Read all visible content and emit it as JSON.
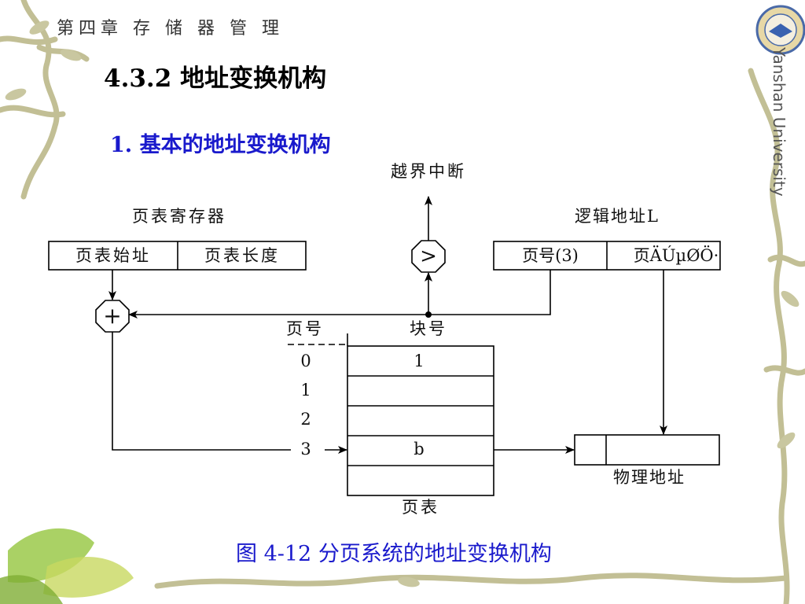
{
  "header": {
    "chapter": "第四章 存 储 器 管 理",
    "section": "4.3.2 地址变换机构",
    "subtitle": "1. 基本的地址变换机构",
    "university": "Yanshan University"
  },
  "diagram": {
    "overflow_interrupt": "越界中断",
    "page_table_register": "页表寄存器",
    "ptr_start": "页表始址",
    "ptr_length": "页表长度",
    "compare_symbol": ">",
    "adder_symbol": "+",
    "logical_address": "逻辑地址L",
    "page_number_field": "页号(3)",
    "offset_field": "页ÄÚµØÖ·",
    "col_page_no": "页号",
    "col_block_no": "块号",
    "rows": [
      {
        "page": "0",
        "block": "1"
      },
      {
        "page": "1",
        "block": ""
      },
      {
        "page": "2",
        "block": ""
      },
      {
        "page": "3",
        "block": "b"
      }
    ],
    "page_table": "页表",
    "physical_address": "物理地址"
  },
  "caption": "图 4-12 分页系统的地址变换机构",
  "colors": {
    "title_blue": "#1a1acc",
    "vine_green": "#b8b486",
    "leaf_green": "#8fbf3a"
  }
}
